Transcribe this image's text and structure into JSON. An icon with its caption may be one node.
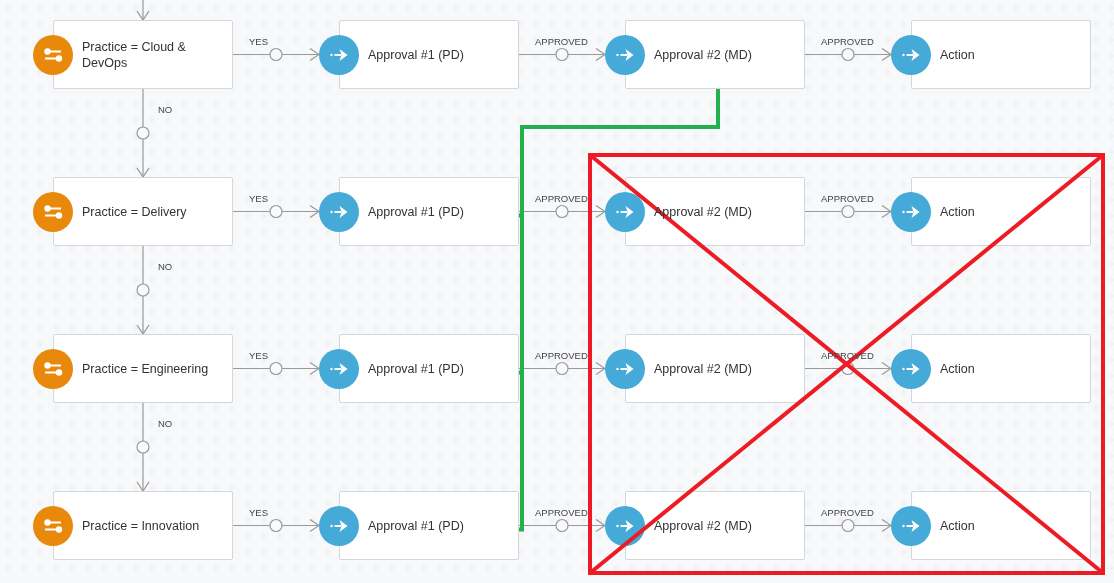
{
  "diagram": {
    "nodes": [
      {
        "text": [
          "Practice = Cloud & DevOps"
        ]
      },
      {
        "text": [
          "Approval #1 (PD)"
        ]
      },
      {
        "text": [
          "Approval #2 (MD)"
        ]
      },
      {
        "text": [
          "Action"
        ]
      },
      {
        "text": [
          "Practice = Delivery"
        ]
      },
      {
        "text": [
          "Approval #1 (PD)"
        ]
      },
      {
        "text": [
          "Approval #2 (MD)"
        ]
      },
      {
        "text": [
          "Action"
        ]
      },
      {
        "text": [
          "Practice = Engineering"
        ]
      },
      {
        "text": [
          "Approval #1 (PD)"
        ]
      },
      {
        "text": [
          "Approval #2 (MD)"
        ]
      },
      {
        "text": [
          "Action"
        ]
      },
      {
        "text": [
          "Practice = Innovation"
        ]
      },
      {
        "text": [
          "Approval #1 (PD)"
        ]
      },
      {
        "text": [
          "Approval #2 (MD)"
        ]
      },
      {
        "text": [
          "Action"
        ]
      }
    ],
    "edges": [
      {
        "from": null,
        "to": 0,
        "arrow": "to"
      },
      {
        "from": 0,
        "to": 1,
        "arrow": "to",
        "label": "YES"
      },
      {
        "from": 1,
        "to": 2,
        "arrow": "to",
        "label": "APPROVED"
      },
      {
        "from": 2,
        "to": 3,
        "arrow": "to",
        "label": "APPROVED"
      },
      {
        "from": 0,
        "to": 4,
        "arrow": "to",
        "label": "NO"
      },
      {
        "from": 4,
        "to": 5,
        "arrow": "to",
        "label": "YES"
      },
      {
        "from": 5,
        "to": 6,
        "arrow": "to",
        "label": "APPROVED"
      },
      {
        "from": 6,
        "to": 7,
        "arrow": "to",
        "label": "APPROVED"
      },
      {
        "from": 4,
        "to": 8,
        "arrow": "to",
        "label": "NO"
      },
      {
        "from": 8,
        "to": 9,
        "arrow": "to",
        "label": "YES"
      },
      {
        "from": 9,
        "to": 10,
        "arrow": "to",
        "label": "APPROVED"
      },
      {
        "from": 10,
        "to": 11,
        "arrow": "to",
        "label": "APPROVED"
      },
      {
        "from": 8,
        "to": 12,
        "arrow": "to",
        "label": "NO"
      },
      {
        "from": 12,
        "to": 13,
        "arrow": "to",
        "label": "YES"
      },
      {
        "from": 13,
        "to": 14,
        "arrow": "to",
        "label": "APPROVED"
      },
      {
        "from": 14,
        "to": 15,
        "arrow": "to",
        "label": "APPROVED"
      },
      {
        "from": 5,
        "to": 2,
        "arrow": "none",
        "style": "thick",
        "color": "#22b14c"
      },
      {
        "from": 9,
        "to": 2,
        "arrow": "none",
        "style": "thick",
        "color": "#22b14c"
      },
      {
        "from": 13,
        "to": 2,
        "arrow": "none",
        "style": "thick",
        "color": "#22b14c"
      }
    ]
  }
}
